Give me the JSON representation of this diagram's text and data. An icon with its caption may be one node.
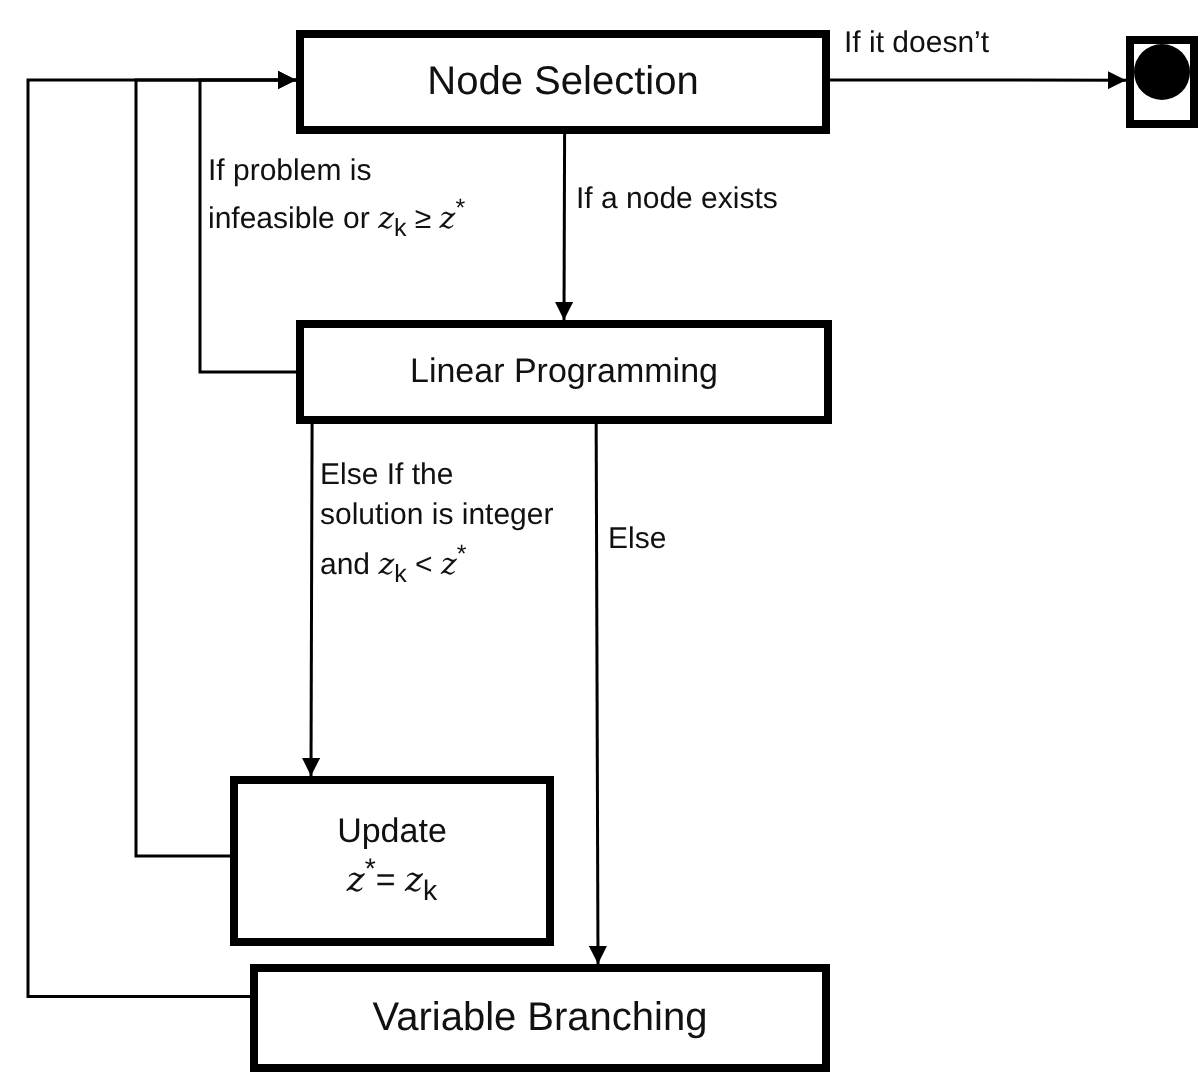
{
  "diagram": {
    "nodes": [
      {
        "text": [
          "Node Selection"
        ]
      },
      {
        "text": [],
        "shape": "circle"
      },
      {
        "text": [
          "Linear Programming"
        ]
      },
      {
        "text": [
          "Update",
          "*z*$^{*}$= *z*$_{k}$"
        ]
      },
      {
        "text": [
          "Variable Branching"
        ]
      }
    ],
    "edges": [
      {
        "from": 0,
        "to": 1,
        "arrow": "to",
        "label": "If it doesn’t"
      },
      {
        "from": 0,
        "to": 2,
        "arrow": "to",
        "label": "If a node exists"
      },
      {
        "from": 2,
        "to": 0,
        "arrow": "to",
        "label": "If problem is infeasible or *z*$_{k}$ ≥ *z*$^{*}$"
      },
      {
        "from": 2,
        "to": 3,
        "arrow": "to",
        "label": "Else If the solution is integer and *z*$_{k}$ < *z*$^{*}$"
      },
      {
        "from": 2,
        "to": 4,
        "arrow": "to",
        "label": "Else"
      },
      {
        "from": 3,
        "to": 0,
        "arrow": "to"
      },
      {
        "from": 4,
        "to": 0,
        "arrow": "to"
      }
    ]
  }
}
